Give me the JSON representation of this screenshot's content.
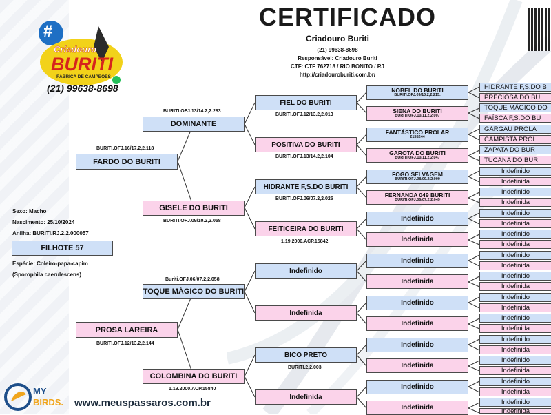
{
  "header": {
    "title": "CERTIFICADO",
    "breeder": "Criadouro Buriti",
    "phone": "(21) 99638-8698",
    "responsible": "Responsável: Criadouro Buriti",
    "ctf": "CTF: CTF 762718 / RIO BONITO / RJ",
    "site": "http://criadouroburiti.com.br/"
  },
  "logo": {
    "hash": "#",
    "line1": "Criadouro",
    "line2": "BURITI",
    "tagline": "FÁBRICA DE CAMPEÕES",
    "phone": "(21) 99638-8698"
  },
  "bird": {
    "sex": "Sexo: Macho",
    "birth": "Nascimento: 25/10/2024",
    "ring": "Anilha: BURITI.RJ.2,2.000057",
    "name": "FILHOTE 57",
    "species": "Espécie: Coleiro-papa-capim",
    "scientific": "(Sporophila caerulescens)"
  },
  "gen1": {
    "father": {
      "name": "FARDO DO BURITI",
      "ring": "BURITI.OFJ.16/17.2,2.118"
    },
    "mother": {
      "name": "PROSA LAREIRA",
      "ring": "BURITI.OFJ.12/13.2,2.144"
    }
  },
  "gen2": [
    {
      "name": "DOMINANTE",
      "ring": "BURITI.OFJ.13/14.2,2.283"
    },
    {
      "name": "GISELE DO BURITI",
      "ring": "BURITI.OFJ.09/10.2,2.058"
    },
    {
      "name": "TOQUE MÁGICO DO BURITI",
      "ring": "Buriti.OFJ.06/07.2,2.058"
    },
    {
      "name": "COLOMBINA DO BURITI",
      "ring": "1.19.2000.ACP.15840"
    }
  ],
  "gen3": [
    {
      "name": "FIEL DO BURITI",
      "ring": "BURITI.OFJ.12/13.2,2.013"
    },
    {
      "name": "POSITIVA DO BURITI",
      "ring": "BURITI.OFJ.13/14.2,2.104"
    },
    {
      "name": "HIDRANTE F,S.DO BURITI",
      "ring": "BURITI.OFJ.06/07.2,2.025"
    },
    {
      "name": "FEITICEIRA DO BURITI",
      "ring": "1.19.2000.ACP.15842"
    },
    {
      "name": "Indefinido",
      "ring": ""
    },
    {
      "name": "Indefinida",
      "ring": ""
    },
    {
      "name": "BICO PRETO",
      "ring": "BURITI.2,2.003"
    },
    {
      "name": "Indefinida",
      "ring": ""
    }
  ],
  "gen4": [
    {
      "name": "NOBEL DO BURITI",
      "ring": "BURITI.OFJ.09/10.2,2.215."
    },
    {
      "name": "SIENA DO BURITI",
      "ring": "BURITI.OFJ.10/11.2,2.007"
    },
    {
      "name": "FANTÁSTICO PROLAR",
      "ring": "2155244"
    },
    {
      "name": "GAROTA DO BURITI",
      "ring": "BURITI.OFJ.10/11.2,2.047"
    },
    {
      "name": "FOGO SELVAGEM",
      "ring": "BURITI.OFJ.08/09.2,2.000"
    },
    {
      "name": "FERNANDA 049 BURITI",
      "ring": "BURITI.OFJ.06/07.2,2.049"
    },
    {
      "name": "Indefinido",
      "ring": ""
    },
    {
      "name": "Indefinida",
      "ring": ""
    },
    {
      "name": "Indefinido",
      "ring": ""
    },
    {
      "name": "Indefinida",
      "ring": ""
    },
    {
      "name": "Indefinido",
      "ring": ""
    },
    {
      "name": "Indefinida",
      "ring": ""
    },
    {
      "name": "Indefinido",
      "ring": ""
    },
    {
      "name": "Indefinida",
      "ring": ""
    },
    {
      "name": "Indefinido",
      "ring": ""
    },
    {
      "name": "Indefinida",
      "ring": ""
    }
  ],
  "gen5": [
    "HIDRANTE F,S.DO B",
    "PRECIOSA DO BU",
    "TOQUE MÁGICO DO",
    "FAÍSCA F,S.DO BU",
    "GARGAU PROLA",
    "CAMPISTA PROL",
    "ZAPATA DO BUR",
    "TUCANA DO BUR",
    "Indefinido",
    "Indefinida",
    "Indefinido",
    "Indefinida",
    "Indefinido",
    "Indefinida",
    "Indefinido",
    "Indefinida",
    "Indefinido",
    "Indefinida",
    "Indefinido",
    "Indefinida",
    "Indefinido",
    "Indefinida",
    "Indefinido",
    "Indefinida",
    "Indefinido",
    "Indefinida",
    "Indefinido",
    "Indefinida",
    "Indefinido",
    "Indefinida",
    "Indefinido",
    "Indefinida"
  ],
  "footer": {
    "brand_my": "MY",
    "brand_birds": "BIRDS.",
    "site": "www.meuspassaros.com.br"
  }
}
